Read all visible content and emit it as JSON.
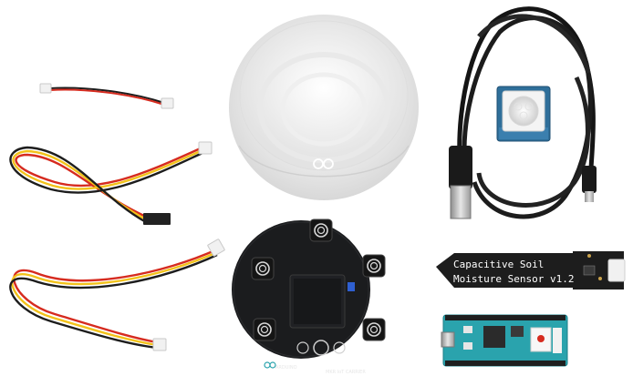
{
  "image": {
    "background": "#ffffff",
    "items": [
      {
        "name": "short-grove-cable"
      },
      {
        "name": "grove-to-jumper-cable"
      },
      {
        "name": "grove-cable-loop"
      },
      {
        "name": "diffuser-dome"
      },
      {
        "name": "usb-cable"
      },
      {
        "name": "pir-motion-sensor"
      },
      {
        "name": "touch-carrier-board"
      },
      {
        "name": "soil-moisture-sensor"
      },
      {
        "name": "arduino-mkr-board"
      }
    ]
  },
  "labels": {
    "soil_sensor_line1": "Capacitive Soil",
    "soil_sensor_line2": "Moisture Sensor v1.2",
    "carrier_brand": "ARDUINO",
    "carrier_model": "MKR IoT CARRIER"
  },
  "colors": {
    "wire_red": "#d62b1f",
    "wire_black": "#1d1d1d",
    "wire_yellow": "#f2c21a",
    "connector_white": "#f1f1f1",
    "pcb_black": "#1b1c1e",
    "arduino_teal": "#2aa3ad",
    "dome": "#eeeeee"
  }
}
